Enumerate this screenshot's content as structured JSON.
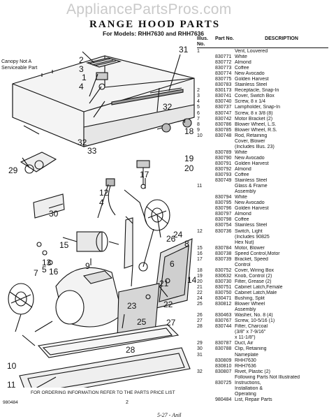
{
  "watermark": "AppliancePartsPros.com",
  "title": "RANGE HOOD PARTS",
  "subtitle": "For Models: RHH7630 and RHH7636",
  "canopy_note": "Canopy Not A Serviceable Part",
  "callouts": [
    "31",
    "2",
    "3",
    "1",
    "4",
    "32",
    "18",
    "32",
    "33",
    "29",
    "19",
    "20",
    "17",
    "12",
    "4",
    "24",
    "30",
    "26",
    "8",
    "15",
    "6",
    "16",
    "14",
    "27",
    "21",
    "22",
    "23",
    "25",
    "9",
    "28",
    "10",
    "7",
    "11",
    "5",
    "13"
  ],
  "parts_header": {
    "illus": "Illus. No.",
    "part": "Part No.",
    "desc": "DESCRIPTION"
  },
  "parts": [
    [
      "1",
      "",
      "Vent, Louvered"
    ],
    [
      "",
      "830771",
      "White"
    ],
    [
      "",
      "830772",
      "Almond"
    ],
    [
      "",
      "830773",
      "Coffee"
    ],
    [
      "",
      "830774",
      "New Avocado"
    ],
    [
      "",
      "830775",
      "Golden Harvest"
    ],
    [
      "",
      "830783",
      "Stainless Steel"
    ],
    [
      "2",
      "830173",
      "Receptacle, Snap-In"
    ],
    [
      "3",
      "830741",
      "Cover, Switch Box"
    ],
    [
      "4",
      "830740",
      "Screw, 8 x 1/4"
    ],
    [
      "5",
      "830737",
      "Lampholder, Snap-In"
    ],
    [
      "6",
      "830747",
      "Screw, 8 x 3/8 (8)"
    ],
    [
      "7",
      "830742",
      "Motor Bracket (2)"
    ],
    [
      "8",
      "830786",
      "Blower Wheel, L.S."
    ],
    [
      "9",
      "830785",
      "Blower Wheel, R.S."
    ],
    [
      "10",
      "830748",
      "Rod, Retaining"
    ],
    [
      "",
      "",
      "Cover, Blower"
    ],
    [
      "",
      "",
      "(Includes Illus. 23)"
    ],
    [
      "",
      "830789",
      "White"
    ],
    [
      "",
      "830790",
      "New Avocado"
    ],
    [
      "",
      "830791",
      "Golden Harvest"
    ],
    [
      "",
      "830792",
      "Almond"
    ],
    [
      "",
      "830793",
      "Coffee"
    ],
    [
      "",
      "830749",
      "Stainless Steel"
    ],
    [
      "11",
      "",
      "Glass & Frame"
    ],
    [
      "",
      "",
      "Assembly"
    ],
    [
      "",
      "830794",
      "White"
    ],
    [
      "",
      "830795",
      "New Avocado"
    ],
    [
      "",
      "830796",
      "Golden Harvest"
    ],
    [
      "",
      "830797",
      "Almond"
    ],
    [
      "",
      "830798",
      "Coffee"
    ],
    [
      "",
      "830754",
      "Stainless Steel"
    ],
    [
      "12",
      "830736",
      "Switch, Light"
    ],
    [
      "",
      "",
      "(Includes 90825"
    ],
    [
      "",
      "",
      "Hex Nut)"
    ],
    [
      "15",
      "830784",
      "Motor, Blower"
    ],
    [
      "16",
      "830738",
      "Speed Control,Motor"
    ],
    [
      "17",
      "830739",
      "Bracket, Speed"
    ],
    [
      "",
      "",
      "Control"
    ],
    [
      "18",
      "830752",
      "Cover, Wiring Box"
    ],
    [
      "19",
      "830632",
      "Knob, Control (2)"
    ],
    [
      "20",
      "830730",
      "Filter, Grease (2)"
    ],
    [
      "21",
      "830751",
      "Cabinet Latch,Female"
    ],
    [
      "22",
      "830750",
      "Cabinet Latch,Male"
    ],
    [
      "24",
      "830471",
      "Bushing, Split"
    ],
    [
      "25",
      "830812",
      "Blower Wheel"
    ],
    [
      "",
      "",
      "Assembly"
    ],
    [
      "26",
      "830463",
      "Washer, No. 8 (4)"
    ],
    [
      "27",
      "830767",
      "Screw, 10-5/16 (1)"
    ],
    [
      "28",
      "830744",
      "Filter, Charcoal"
    ],
    [
      "",
      "",
      "(3/8\" x 7-9/16\""
    ],
    [
      "",
      "",
      "x 11-1/8\")"
    ],
    [
      "29",
      "830787",
      "Duct, Air"
    ],
    [
      "30",
      "830788",
      "Clip, Retaining"
    ],
    [
      "31",
      "",
      "Nameplate"
    ],
    [
      "",
      "830809",
      "RHH7630"
    ],
    [
      "",
      "830810",
      "RHH7636"
    ],
    [
      "32",
      "830807",
      "Rivet, Plastic (2)"
    ],
    [
      "",
      "",
      "Following Parts Not Illustrated"
    ],
    [
      "",
      "",
      ""
    ],
    [
      "",
      "830725",
      "Instructions,"
    ],
    [
      "",
      "",
      "Installation &"
    ],
    [
      "",
      "",
      "Operating"
    ],
    [
      "",
      "980484",
      "List, Repair Parts"
    ]
  ],
  "footer": "FOR ORDERING INFORMATION REFER TO THE PARTS PRICE LIST",
  "doc_number": "980484",
  "page_number": "2",
  "scribble": "5-27 - Anil"
}
